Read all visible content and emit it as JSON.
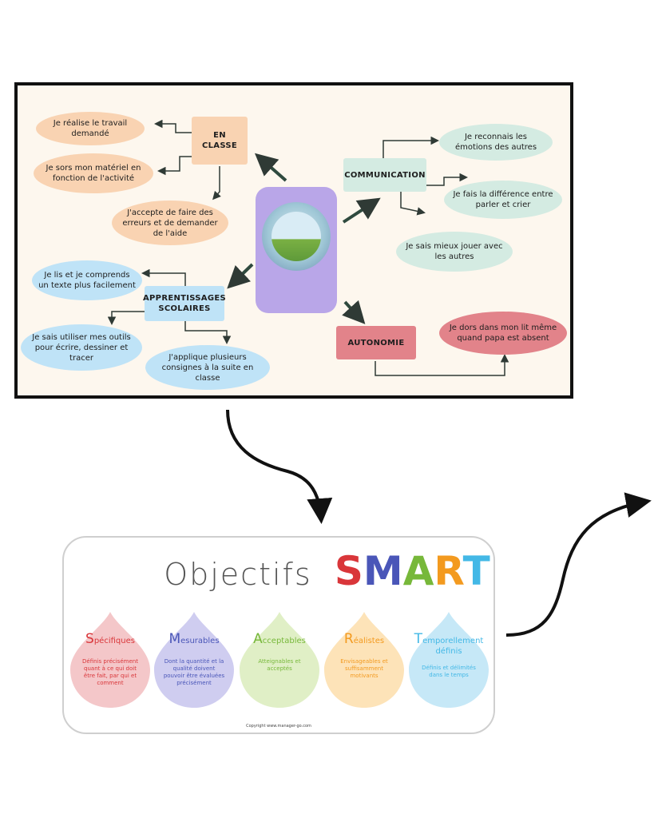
{
  "mindmap": {
    "hub": {
      "icon": "lens-landscape-icon"
    },
    "en_classe": {
      "label": "EN CLASSE",
      "items": [
        "Je réalise le travail demandé",
        "Je sors mon matériel en fonction de l'activité",
        "J'accepte de faire des erreurs et de demander de l'aide"
      ]
    },
    "apprentissages": {
      "label": "APPRENTISSAGES SCOLAIRES",
      "items": [
        "Je lis et je comprends un texte plus facilement",
        "Je sais utiliser mes outils pour écrire, dessiner et tracer",
        "J'applique plusieurs consignes à la suite en classe"
      ]
    },
    "communication": {
      "label": "COMMUNICATION",
      "items": [
        "Je reconnais les émotions des autres",
        "Je fais la différence entre parler et crier",
        "Je sais mieux jouer avec les autres"
      ]
    },
    "autonomie": {
      "label": "AUTONOMIE",
      "items": [
        "Je dors dans mon lit même quand papa est absent"
      ]
    }
  },
  "smart": {
    "title_prefix": "Objectifs",
    "title_letters": [
      {
        "letter": "S",
        "color": "#d9363a"
      },
      {
        "letter": "M",
        "color": "#4a56b8"
      },
      {
        "letter": "A",
        "color": "#77b83a"
      },
      {
        "letter": "R",
        "color": "#f39a1f"
      },
      {
        "letter": "T",
        "color": "#43b8e6"
      }
    ],
    "drops": [
      {
        "initial": "S",
        "rest": "pécifiques",
        "desc": "Définis précisément quant à ce qui doit être fait, par qui et comment",
        "fill": "#f4c7c9",
        "text_color": "#d9363a"
      },
      {
        "initial": "M",
        "rest": "esurables",
        "desc": "Dont la quantité et la qualité doivent pouvoir être évaluées précisément",
        "fill": "#cfcdf0",
        "text_color": "#4a56b8"
      },
      {
        "initial": "A",
        "rest": "cceptables",
        "desc": "Atteignables et acceptés",
        "fill": "#e0efc6",
        "text_color": "#77b83a"
      },
      {
        "initial": "R",
        "rest": "éalistes",
        "desc": "Envisageables et suffisamment motivants",
        "fill": "#fde3b8",
        "text_color": "#f39a1f"
      },
      {
        "initial": "T",
        "rest": "emporellement définis",
        "desc": "Définis et délimités dans le temps",
        "fill": "#c6e8f7",
        "text_color": "#43b8e6"
      }
    ],
    "copyright": "Copyright www.manager-go.com"
  }
}
